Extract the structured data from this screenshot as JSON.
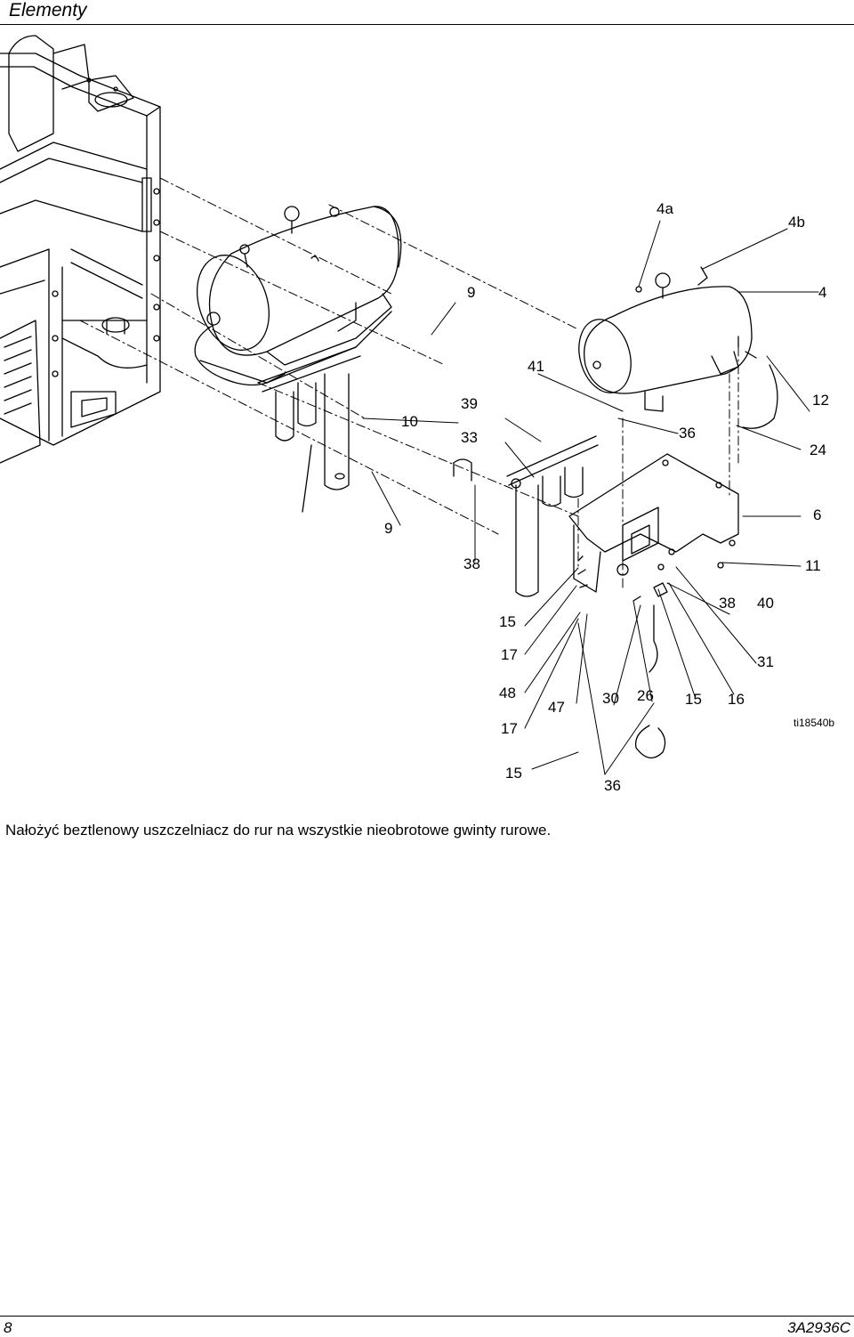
{
  "header": {
    "title": "Elementy"
  },
  "figure": {
    "callouts": {
      "c4a": "4a",
      "c4b": "4b",
      "c9a": "9",
      "c4": "4",
      "c41": "41",
      "c39": "39",
      "c12": "12",
      "c10": "10",
      "c33": "33",
      "c36a": "36",
      "c24": "24",
      "c6": "6",
      "c9b": "9",
      "c38a": "38",
      "c11": "11",
      "c38b": "38",
      "c40": "40",
      "c15a": "15",
      "c17a": "17",
      "c31": "31",
      "c48": "48",
      "c47": "47",
      "c30": "30",
      "c26": "26",
      "c15b": "15",
      "c16": "16",
      "c17b": "17",
      "c15c": "15",
      "c36b": "36"
    },
    "figure_id": "ti18540b"
  },
  "note": "Nałożyć beztlenowy uszczelniacz do rur na wszystkie nieobrotowe gwinty rurowe.",
  "footer": {
    "page_number": "8",
    "document_id": "3A2936C"
  }
}
